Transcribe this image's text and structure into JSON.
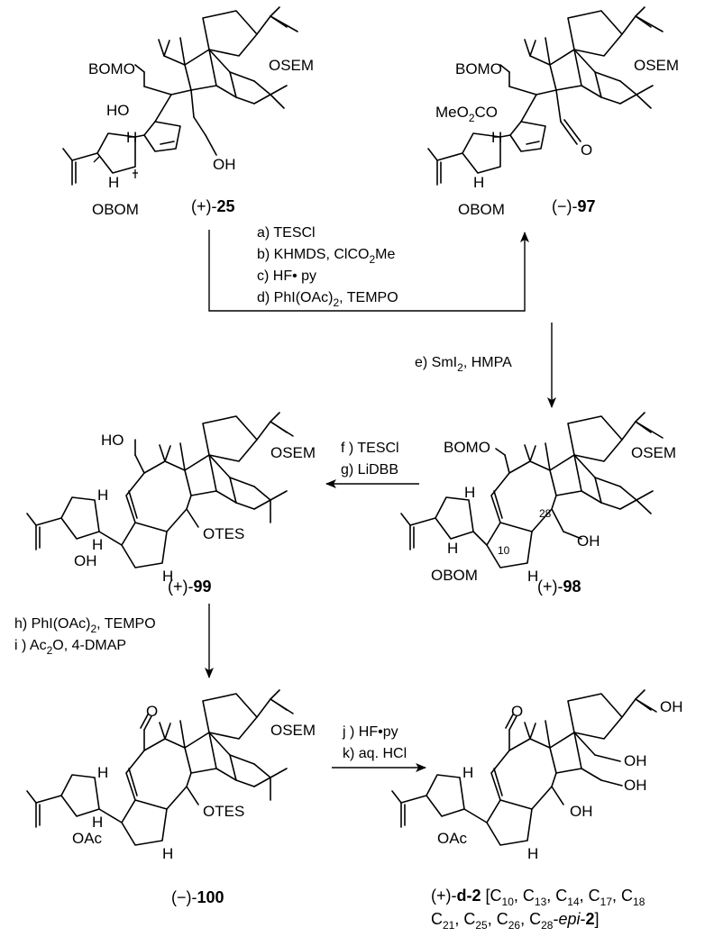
{
  "compounds": {
    "c25": {
      "prefix": "(+)-",
      "number": "25",
      "labels": {
        "bom_top": "BOMO",
        "osem": "OSEM",
        "ho": "HO",
        "h1": "H",
        "h2": "H",
        "oh": "OH",
        "obom": "OBOM"
      }
    },
    "c97": {
      "prefix": "(−)-",
      "number": "97",
      "labels": {
        "bom_top": "BOMO",
        "osem": "OSEM",
        "meo2co": "MeO",
        "meo2co_sub": "2",
        "meo2co_tail": "CO",
        "h1": "H",
        "h2": "H",
        "ald_o": "O",
        "obom": "OBOM"
      }
    },
    "c98": {
      "prefix": "(+)-",
      "number": "98",
      "labels": {
        "bom_top": "BOMO",
        "osem": "OSEM",
        "h1": "H",
        "h2": "H",
        "h3": "H",
        "oh": "OH",
        "obom": "OBOM",
        "n28": "28",
        "n10": "10"
      }
    },
    "c99": {
      "prefix": "(+)-",
      "number": "99",
      "labels": {
        "ho": "HO",
        "osem": "OSEM",
        "h1": "H",
        "h2": "H",
        "h3": "H",
        "otes": "OTES",
        "oh": "OH"
      }
    },
    "c100": {
      "prefix": "(−)-",
      "number": "100",
      "labels": {
        "ald_o": "O",
        "osem": "OSEM",
        "h1": "H",
        "h2": "H",
        "h3": "H",
        "otes": "OTES",
        "oac": "OAc"
      }
    },
    "d2": {
      "prefix": "(+)-",
      "number": "d-2",
      "labels": {
        "ald_o": "O",
        "oh1": "OH",
        "oh2": "OH",
        "oh3": "OH",
        "oh4": "OH",
        "h1": "H",
        "h2": "H",
        "oac": "OAc"
      },
      "note_line1_pre": "[C",
      "note_line1_items": [
        "10",
        "13",
        "14",
        "17",
        "18"
      ],
      "note_line2_items": [
        "21",
        "25",
        "26",
        "28"
      ],
      "note_line2_tail": "-",
      "note_epi": "epi",
      "note_end": "-",
      "note_num": "2",
      "note_close": "]"
    }
  },
  "steps": {
    "a": "a) TESCl",
    "b": "b) KHMDS, ClCO",
    "b_sub": "2",
    "b_tail": "Me",
    "c": "c) HF• py",
    "d_pre": "d) PhI(OAc)",
    "d_sub": "2",
    "d_tail": ", TEMPO",
    "e_pre": "e) SmI",
    "e_sub": "2",
    "e_tail": ", HMPA",
    "f": "f ) TESCl",
    "g": "g) LiDBB",
    "h_pre": "h) PhI(OAc)",
    "h_sub": "2",
    "h_tail": ", TEMPO",
    "i_pre": "i ) Ac",
    "i_sub": "2",
    "i_tail": "O, 4-DMAP",
    "j": "j ) HF•py",
    "k": "k) aq. HCl"
  }
}
